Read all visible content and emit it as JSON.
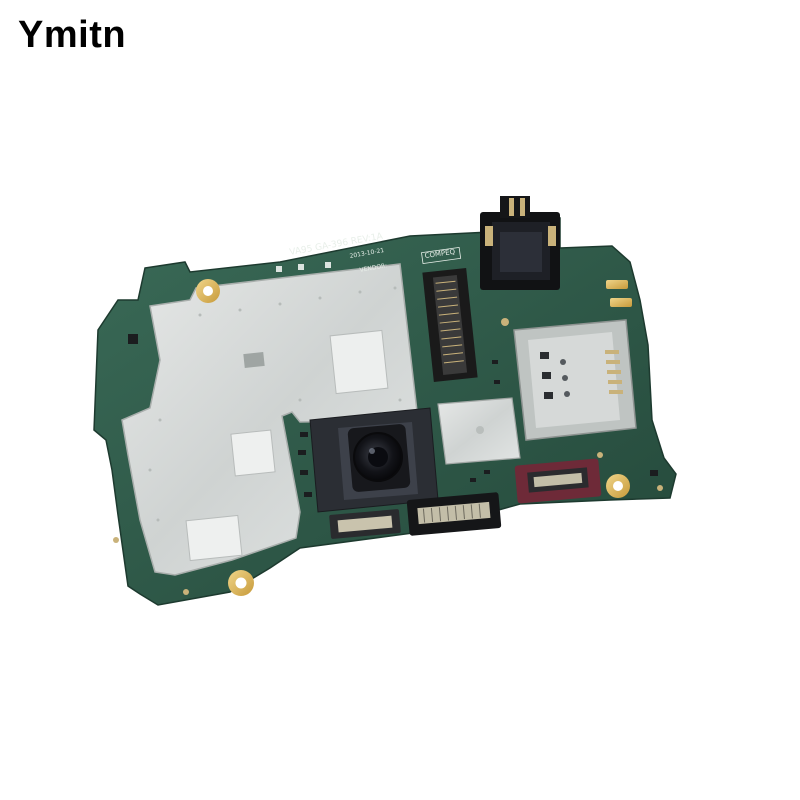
{
  "brand": {
    "name": "Ymitn"
  },
  "board": {
    "silkscreen_model": "VA95 GA-396 REV:1A",
    "silkscreen_date": "2013-10-21",
    "silkscreen_vendor": "VENDOR:",
    "silkscreen_mark": "COMPEQ",
    "pcb_color": "#2f5a4a",
    "shield_color": "#d9dcdb"
  }
}
